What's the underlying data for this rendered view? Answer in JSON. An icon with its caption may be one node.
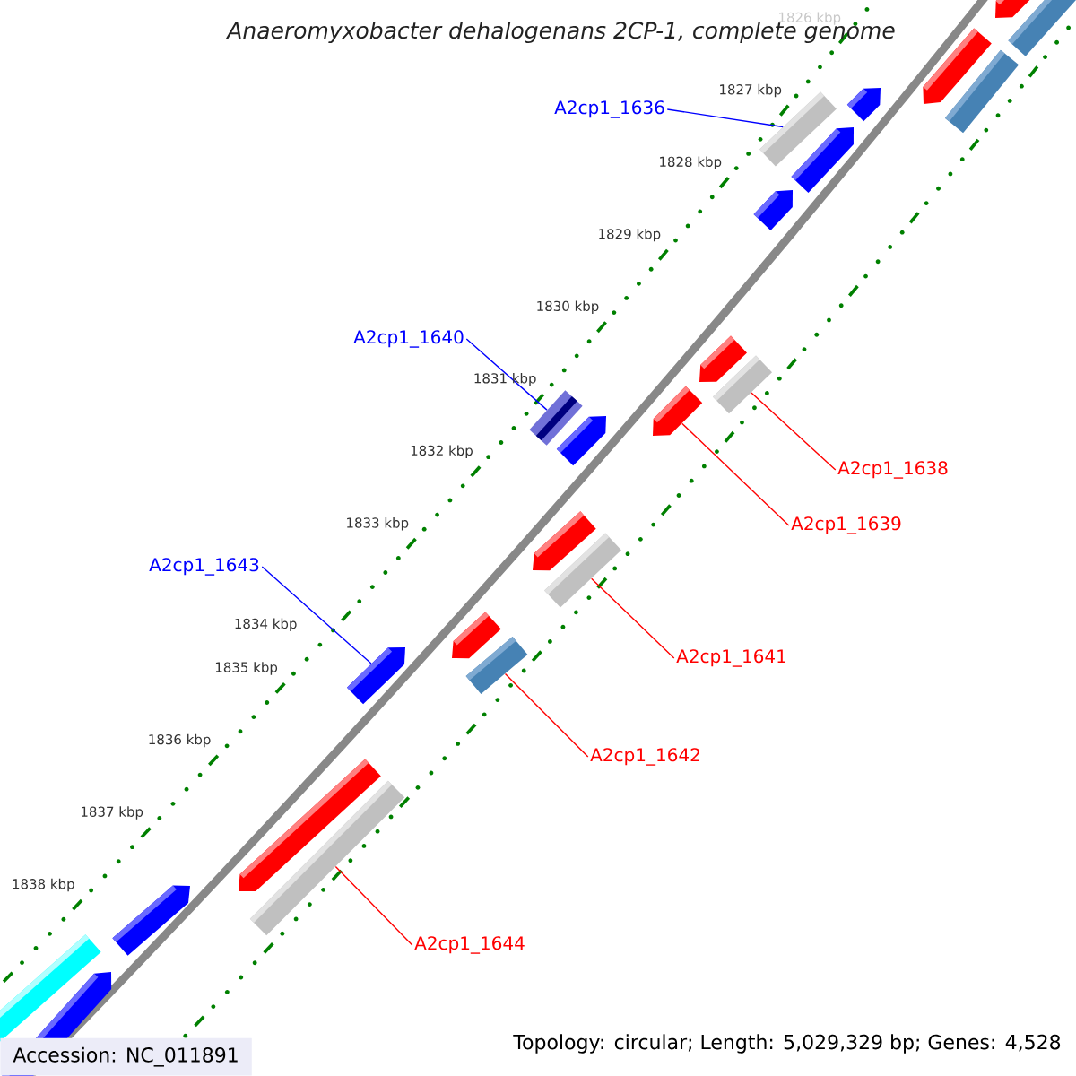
{
  "diagram": {
    "title": "Anaeromyxobacter dehalogenans 2CP-1, complete genome",
    "nodes": [
      {
        "text": [
          "A2cp1_1636"
        ]
      },
      {
        "text": [
          "A2cp1_1640"
        ]
      },
      {
        "text": [
          "A2cp1_1638"
        ]
      },
      {
        "text": [
          "A2cp1_1639"
        ]
      },
      {
        "text": [
          "A2cp1_1643"
        ]
      },
      {
        "text": [
          "A2cp1_1641"
        ]
      },
      {
        "text": [
          "A2cp1_1642"
        ]
      },
      {
        "text": [
          "A2cp1_1644"
        ]
      },
      {
        "text": [],
        "shape": "bar"
      },
      {
        "text": [],
        "shape": "bar"
      },
      {
        "text": [],
        "shape": "bar"
      },
      {
        "text": [],
        "shape": "arrow"
      },
      {
        "text": [],
        "shape": "arrow"
      },
      {
        "text": [],
        "shape": "bar"
      },
      {
        "text": [],
        "shape": "bar"
      },
      {
        "text": [],
        "shape": "bar"
      }
    ],
    "edges": [
      {
        "from": 0,
        "to": 8,
        "arrow": "none",
        "color": "#0000ff"
      },
      {
        "from": 1,
        "to": 9,
        "arrow": "none",
        "color": "#0000ff"
      },
      {
        "from": 2,
        "to": 10,
        "arrow": "none",
        "color": "#ff0000"
      },
      {
        "from": 3,
        "to": 11,
        "arrow": "none",
        "color": "#ff0000"
      },
      {
        "from": 4,
        "to": 12,
        "arrow": "none",
        "color": "#0000ff"
      },
      {
        "from": 5,
        "to": 13,
        "arrow": "none",
        "color": "#ff0000"
      },
      {
        "from": 6,
        "to": 14,
        "arrow": "none",
        "color": "#ff0000"
      },
      {
        "from": 7,
        "to": 15,
        "arrow": "none",
        "color": "#ff0000"
      }
    ],
    "labels": [
      "1826 kbp",
      "1827 kbp",
      "1828 kbp",
      "1829 kbp",
      "1830 kbp",
      "1831 kbp",
      "1832 kbp",
      "1833 kbp",
      "1834 kbp",
      "1835 kbp",
      "1836 kbp",
      "1837 kbp",
      "1838 kbp",
      "Accession: NC_011891",
      "Topology: circular; Length: 5,029,329 bp; Genes: 4,528"
    ]
  }
}
